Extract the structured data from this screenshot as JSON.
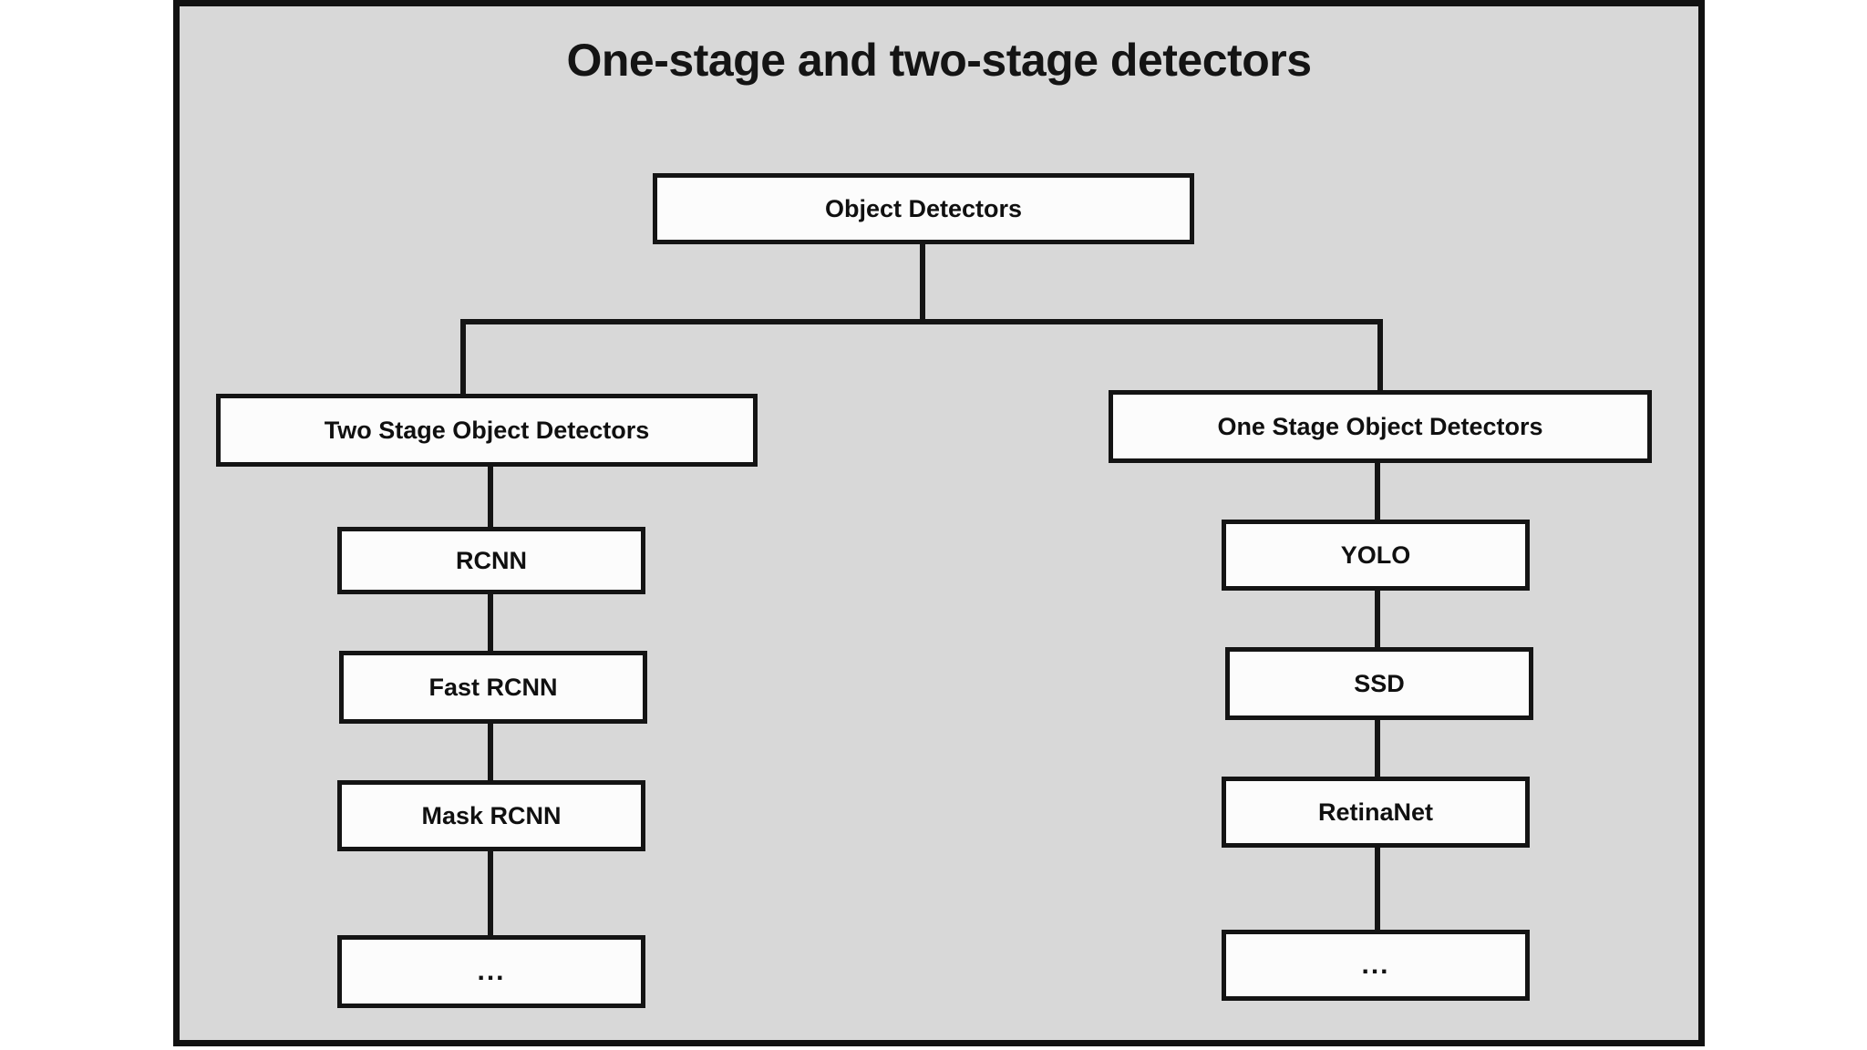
{
  "diagram": {
    "title": "One-stage and two-stage detectors",
    "type": "tree",
    "colors": {
      "panel_background": "#d8d8d8",
      "node_fill": "#fcfcfc",
      "stroke": "#141414",
      "page_background": "#ffffff"
    },
    "root": {
      "label": "Object Detectors"
    },
    "branches": [
      {
        "label": "Two Stage Object Detectors",
        "children": [
          {
            "label": "RCNN"
          },
          {
            "label": "Fast RCNN"
          },
          {
            "label": "Mask RCNN"
          },
          {
            "label": "..."
          }
        ]
      },
      {
        "label": "One Stage Object Detectors",
        "children": [
          {
            "label": "YOLO"
          },
          {
            "label": "SSD"
          },
          {
            "label": "RetinaNet"
          },
          {
            "label": "..."
          }
        ]
      }
    ]
  }
}
